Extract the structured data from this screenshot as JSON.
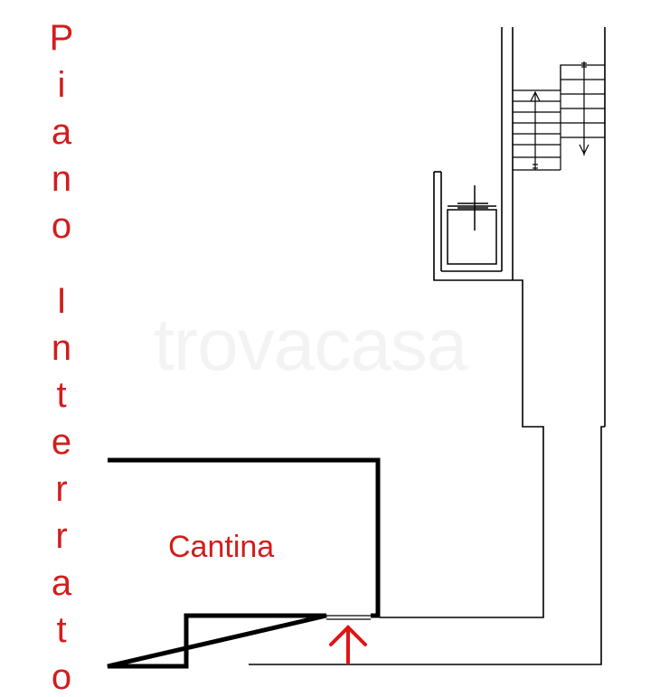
{
  "floor": {
    "letters_word1": [
      "P",
      "i",
      "a",
      "n",
      "o"
    ],
    "letters_word2": [
      "I",
      "n",
      "t",
      "e",
      "r",
      "r",
      "a",
      "t",
      "o"
    ]
  },
  "room": {
    "label": "Cantina"
  },
  "watermark": {
    "text": "trovacasa"
  },
  "colors": {
    "label": "#d21d1d",
    "lines": "#000000",
    "arrow": "#e01414"
  }
}
